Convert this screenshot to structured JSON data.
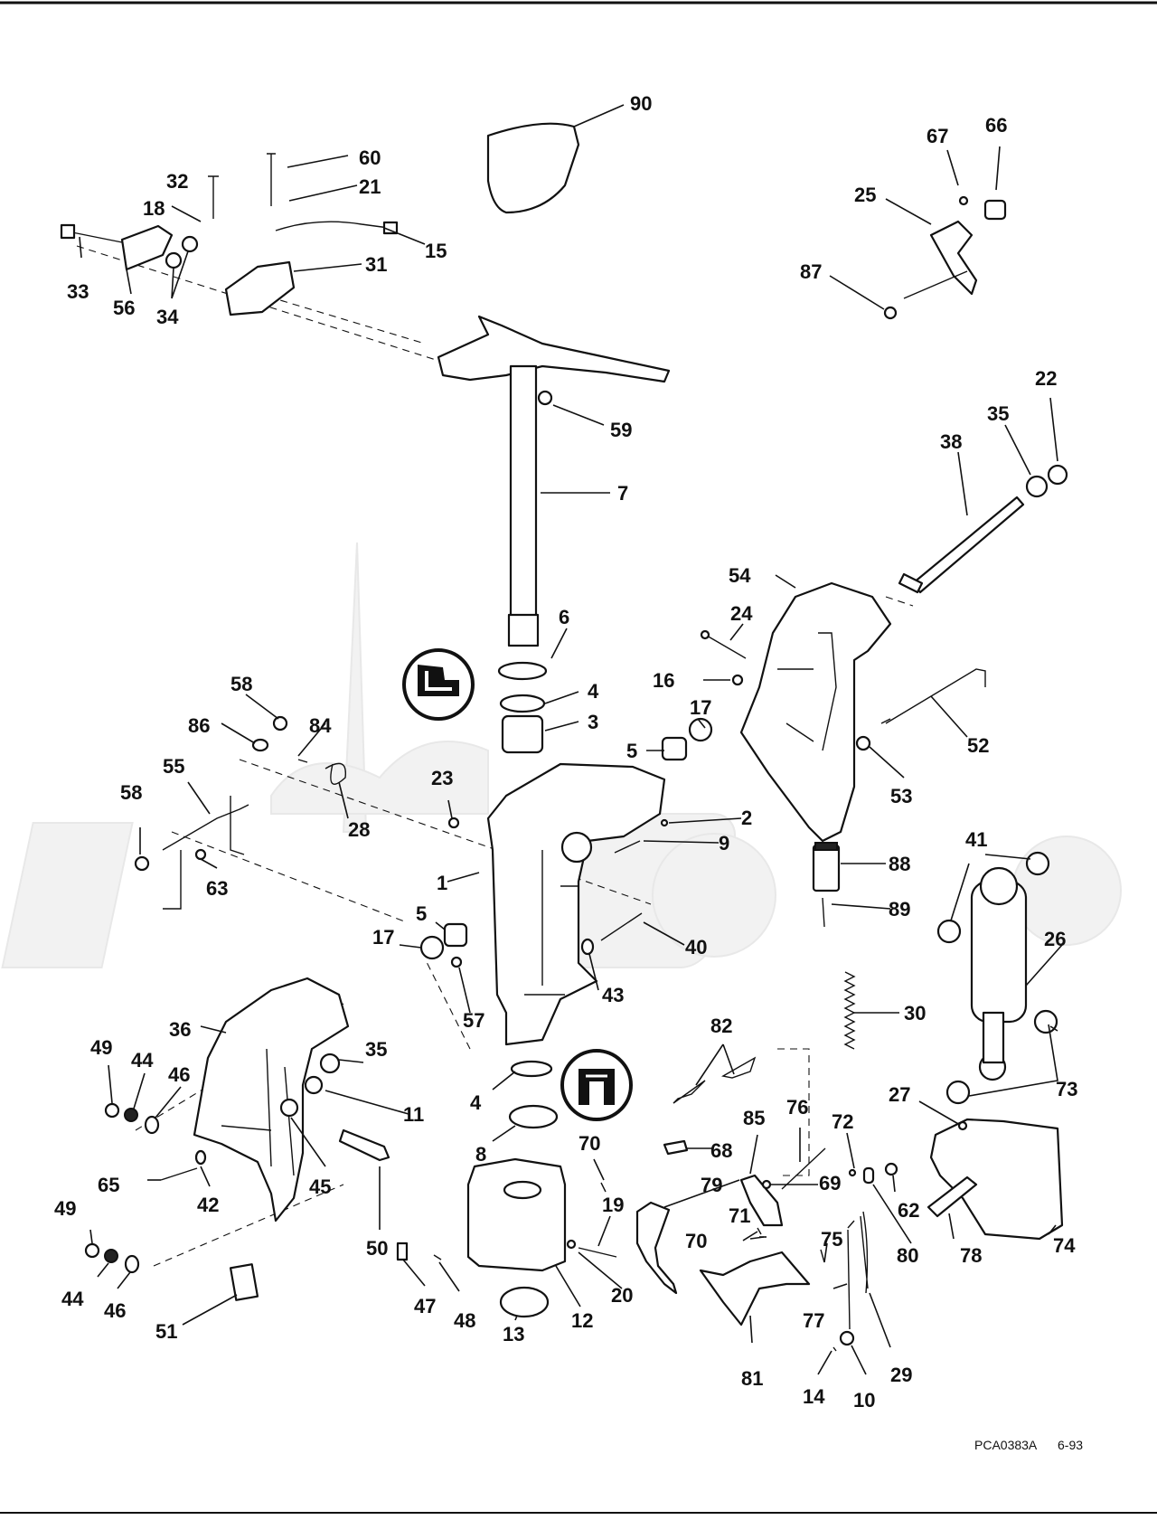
{
  "diagram": {
    "callouts": [
      "90",
      "60",
      "32",
      "21",
      "18",
      "15",
      "33",
      "56",
      "34",
      "31",
      "67",
      "66",
      "25",
      "87",
      "59",
      "7",
      "22",
      "35",
      "38",
      "54",
      "6",
      "4",
      "3",
      "24",
      "16",
      "17",
      "5",
      "52",
      "53",
      "58",
      "86",
      "84",
      "55",
      "23",
      "28",
      "2",
      "9",
      "58",
      "63",
      "1",
      "88",
      "89",
      "41",
      "5",
      "17",
      "40",
      "26",
      "57",
      "43",
      "30",
      "36",
      "49",
      "44",
      "46",
      "35",
      "11",
      "82",
      "4",
      "73",
      "27",
      "8",
      "70",
      "85",
      "76",
      "72",
      "68",
      "79",
      "69",
      "62",
      "19",
      "71",
      "70",
      "80",
      "78",
      "74",
      "50",
      "65",
      "42",
      "45",
      "49",
      "44",
      "46",
      "75",
      "77",
      "29",
      "47",
      "48",
      "12",
      "20",
      "13",
      "51",
      "81",
      "14",
      "10"
    ],
    "plate_code": "PCA0383A",
    "date_code": "6-93"
  }
}
